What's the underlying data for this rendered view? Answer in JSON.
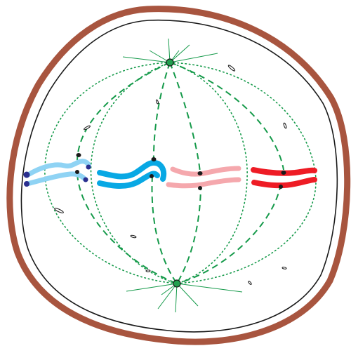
{
  "diagram": {
    "type": "cell-division-spindle",
    "colors": {
      "cell_wall": "#a8553f",
      "membrane": "#1a1a1a",
      "spindle": "#159a4a",
      "pole": "#22a04f",
      "centromere": "#1a1a1a",
      "light_blue": "#8fd3f4",
      "blue": "#08a8e4",
      "pink": "#f5a8ad",
      "red": "#ee1c25",
      "dark_blue_dot": "#2b2f8f"
    },
    "chromosome_pairs": [
      {
        "name": "light-blue-pair",
        "color": "light_blue"
      },
      {
        "name": "blue-pair",
        "color": "blue"
      },
      {
        "name": "pink-pair",
        "color": "pink"
      },
      {
        "name": "red-pair",
        "color": "red"
      }
    ],
    "poles": [
      {
        "name": "top-pole"
      },
      {
        "name": "bottom-pole"
      }
    ]
  }
}
